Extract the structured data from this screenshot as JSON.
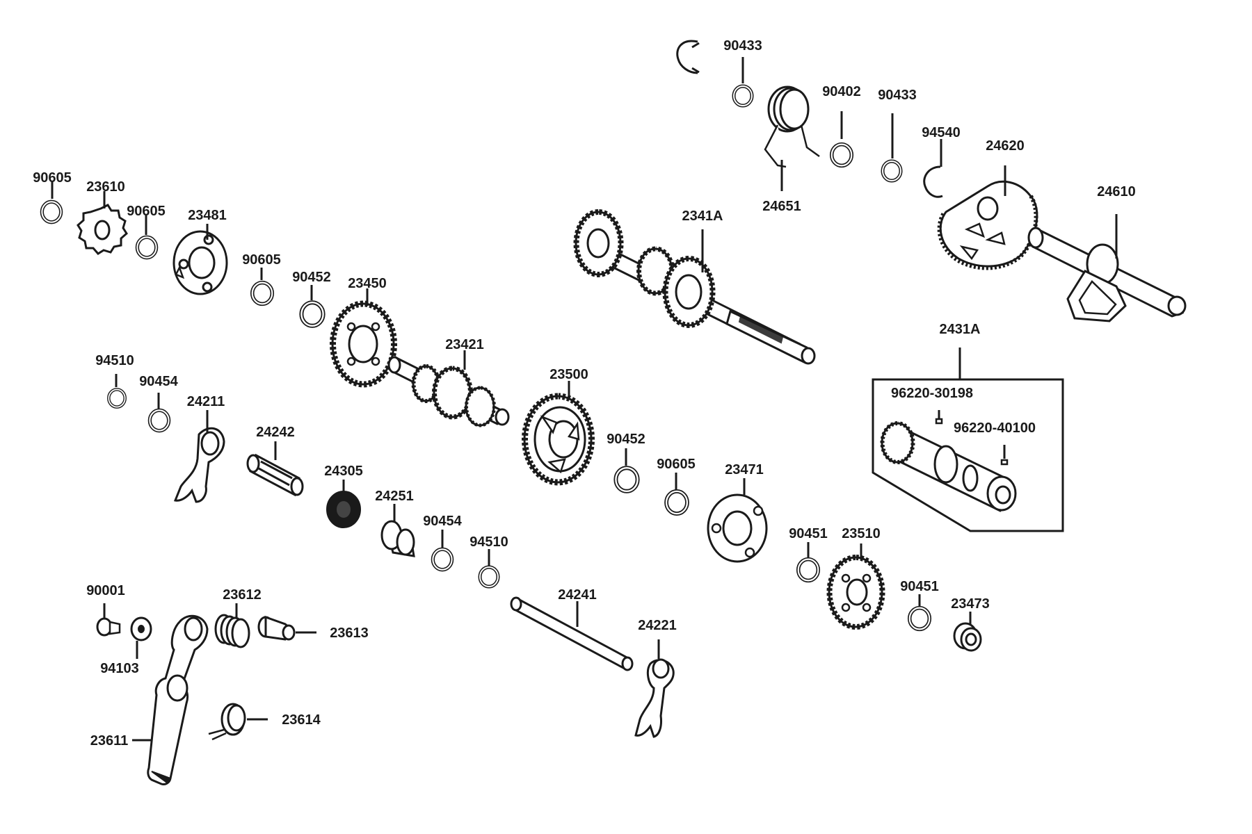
{
  "parts": [
    {
      "id": "p90433a",
      "label": "90433"
    },
    {
      "id": "p90402",
      "label": "90402"
    },
    {
      "id": "p90433b",
      "label": "90433"
    },
    {
      "id": "p94540",
      "label": "94540"
    },
    {
      "id": "p24620",
      "label": "24620"
    },
    {
      "id": "p24610",
      "label": "24610"
    },
    {
      "id": "p24651",
      "label": "24651"
    },
    {
      "id": "p2341A",
      "label": "2341A"
    },
    {
      "id": "p90605a",
      "label": "90605"
    },
    {
      "id": "p23610",
      "label": "23610"
    },
    {
      "id": "p90605b",
      "label": "90605"
    },
    {
      "id": "p23481",
      "label": "23481"
    },
    {
      "id": "p90605c",
      "label": "90605"
    },
    {
      "id": "p90452a",
      "label": "90452"
    },
    {
      "id": "p23450",
      "label": "23450"
    },
    {
      "id": "p23421",
      "label": "23421"
    },
    {
      "id": "p23500",
      "label": "23500"
    },
    {
      "id": "p2431A",
      "label": "2431A"
    },
    {
      "id": "p96220a",
      "label": "96220-30198"
    },
    {
      "id": "p96220b",
      "label": "96220-40100"
    },
    {
      "id": "p94510a",
      "label": "94510"
    },
    {
      "id": "p90454a",
      "label": "90454"
    },
    {
      "id": "p24211",
      "label": "24211"
    },
    {
      "id": "p24242",
      "label": "24242"
    },
    {
      "id": "p24305",
      "label": "24305"
    },
    {
      "id": "p24251",
      "label": "24251"
    },
    {
      "id": "p90454b",
      "label": "90454"
    },
    {
      "id": "p94510b",
      "label": "94510"
    },
    {
      "id": "p90452b",
      "label": "90452"
    },
    {
      "id": "p90605d",
      "label": "90605"
    },
    {
      "id": "p23471",
      "label": "23471"
    },
    {
      "id": "p90451a",
      "label": "90451"
    },
    {
      "id": "p23510",
      "label": "23510"
    },
    {
      "id": "p90451b",
      "label": "90451"
    },
    {
      "id": "p23473",
      "label": "23473"
    },
    {
      "id": "p90001",
      "label": "90001"
    },
    {
      "id": "p23612",
      "label": "23612"
    },
    {
      "id": "p23613",
      "label": "23613"
    },
    {
      "id": "p94103",
      "label": "94103"
    },
    {
      "id": "p24241",
      "label": "24241"
    },
    {
      "id": "p24221",
      "label": "24221"
    },
    {
      "id": "p23614",
      "label": "23614"
    },
    {
      "id": "p23611",
      "label": "23611"
    }
  ],
  "colors": {
    "ink": "#1a1a1a",
    "background": "#ffffff"
  }
}
